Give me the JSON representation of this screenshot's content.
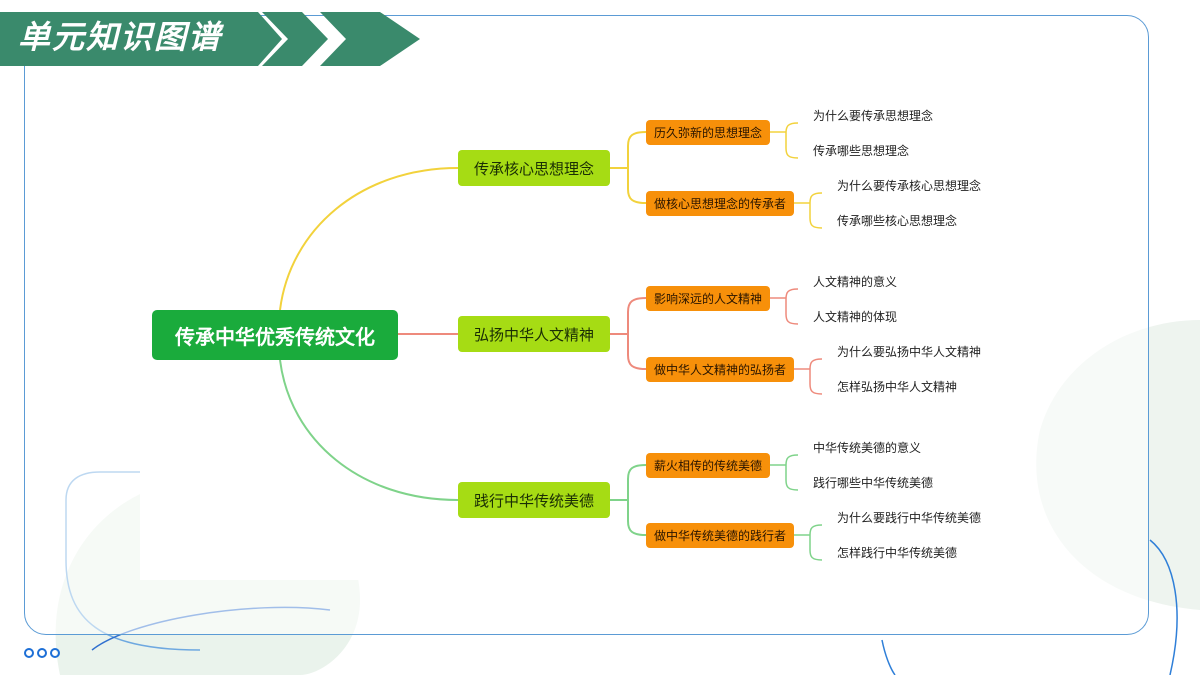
{
  "banner": {
    "title": "单元知识图谱"
  },
  "mindmap": {
    "root": "传承中华优秀传统文化",
    "branches": [
      {
        "label": "传承核心思想理念",
        "color": "#f2d23c",
        "children": [
          {
            "label": "历久弥新的思想理念",
            "leaves": [
              "为什么要传承思想理念",
              "传承哪些思想理念"
            ]
          },
          {
            "label": "做核心思想理念的传承者",
            "leaves": [
              "为什么要传承核心思想理念",
              "传承哪些核心思想理念"
            ]
          }
        ]
      },
      {
        "label": "弘扬中华人文精神",
        "color": "#ee8a7c",
        "children": [
          {
            "label": "影响深远的人文精神",
            "leaves": [
              "人文精神的意义",
              "人文精神的体现"
            ]
          },
          {
            "label": "做中华人文精神的弘扬者",
            "leaves": [
              "为什么要弘扬中华人文精神",
              "怎样弘扬中华人文精神"
            ]
          }
        ]
      },
      {
        "label": "践行中华传统美德",
        "color": "#7fd38a",
        "children": [
          {
            "label": "薪火相传的传统美德",
            "leaves": [
              "中华传统美德的意义",
              "践行哪些中华传统美德"
            ]
          },
          {
            "label": "做中华传统美德的践行者",
            "leaves": [
              "为什么要践行中华传统美德",
              "怎样践行中华传统美德"
            ]
          }
        ]
      }
    ]
  },
  "colors": {
    "root": "#1aab3c",
    "level1": "#a6dc14",
    "level2": "#f7900a",
    "banner": "#3a8a6c"
  }
}
